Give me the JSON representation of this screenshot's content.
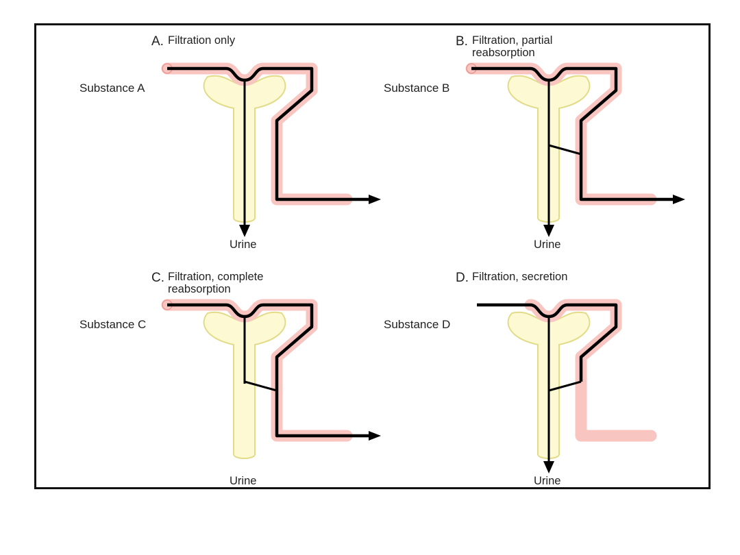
{
  "panels": [
    {
      "id": "A",
      "letter": "A.",
      "title_lines": [
        "Filtration only"
      ],
      "substance": "Substance A",
      "urine": "Urine",
      "reabsorption": "none",
      "secretion": false
    },
    {
      "id": "B",
      "letter": "B.",
      "title_lines": [
        "Filtration, partial",
        "reabsorption"
      ],
      "substance": "Substance B",
      "urine": "Urine",
      "reabsorption": "partial",
      "secretion": false
    },
    {
      "id": "C",
      "letter": "C.",
      "title_lines": [
        "Filtration, complete",
        "reabsorption"
      ],
      "substance": "Substance C",
      "urine": "Urine",
      "reabsorption": "complete",
      "secretion": false
    },
    {
      "id": "D",
      "letter": "D.",
      "title_lines": [
        "Filtration, secretion"
      ],
      "substance": "Substance D",
      "urine": "Urine",
      "reabsorption": "none",
      "secretion": true
    }
  ],
  "colors": {
    "frame": "#111111",
    "tubule_fill": "#fdf9d2",
    "tubule_stroke": "#e2dc8a",
    "vessel_fill": "#f8c5c1",
    "vessel_stroke": "#ee9892",
    "flow": "#000000"
  }
}
